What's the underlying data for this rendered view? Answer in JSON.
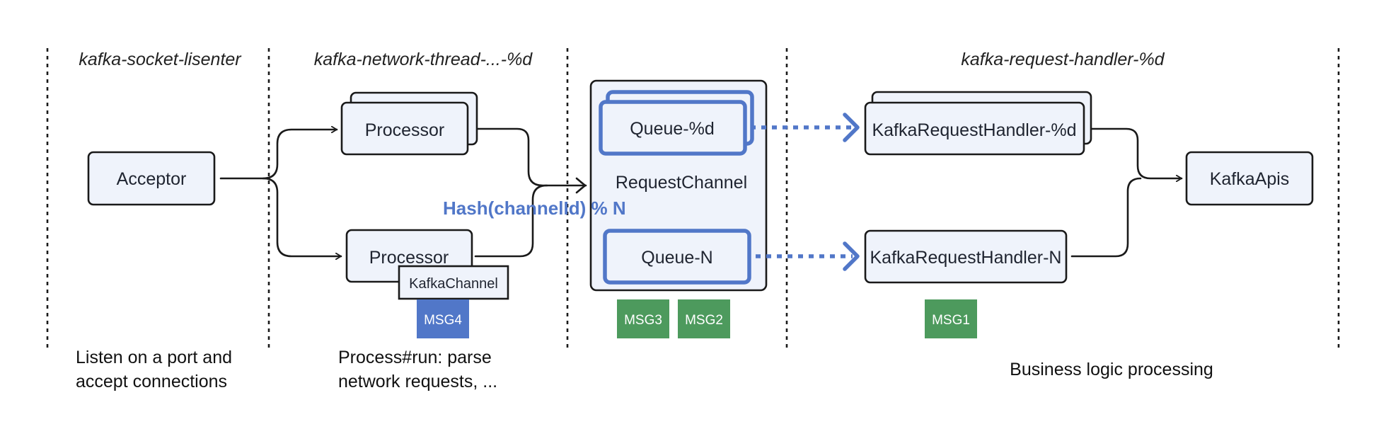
{
  "colors": {
    "box_fill": "#eff3fb",
    "stroke": "#1a1a1a",
    "blue": "#5177c8",
    "green": "#4d9a5d",
    "white": "#ffffff"
  },
  "threads": {
    "socket_listener": "kafka-socket-lisenter",
    "network_thread": "kafka-network-thread-...-%d",
    "request_handler": "kafka-request-handler-%d"
  },
  "components": {
    "acceptor": "Acceptor",
    "processor_top": "Processor",
    "processor_bottom": "Processor",
    "kafka_channel": "KafkaChannel",
    "request_channel": "RequestChannel",
    "queue_top": "Queue-%d",
    "queue_bottom": "Queue-N",
    "handler_top": "KafkaRequestHandler-%d",
    "handler_bottom": "KafkaRequestHandler-N",
    "kafka_apis": "KafkaApis"
  },
  "hash_expression": "Hash(channelId) % N",
  "messages": {
    "msg4": "MSG4",
    "msg3": "MSG3",
    "msg2": "MSG2",
    "msg1": "MSG1"
  },
  "descriptions": {
    "listen_line1": "Listen on a port and",
    "listen_line2": "accept connections",
    "process_line1": "Process#run: parse",
    "process_line2": "network requests, ...",
    "business": "Business logic processing"
  }
}
